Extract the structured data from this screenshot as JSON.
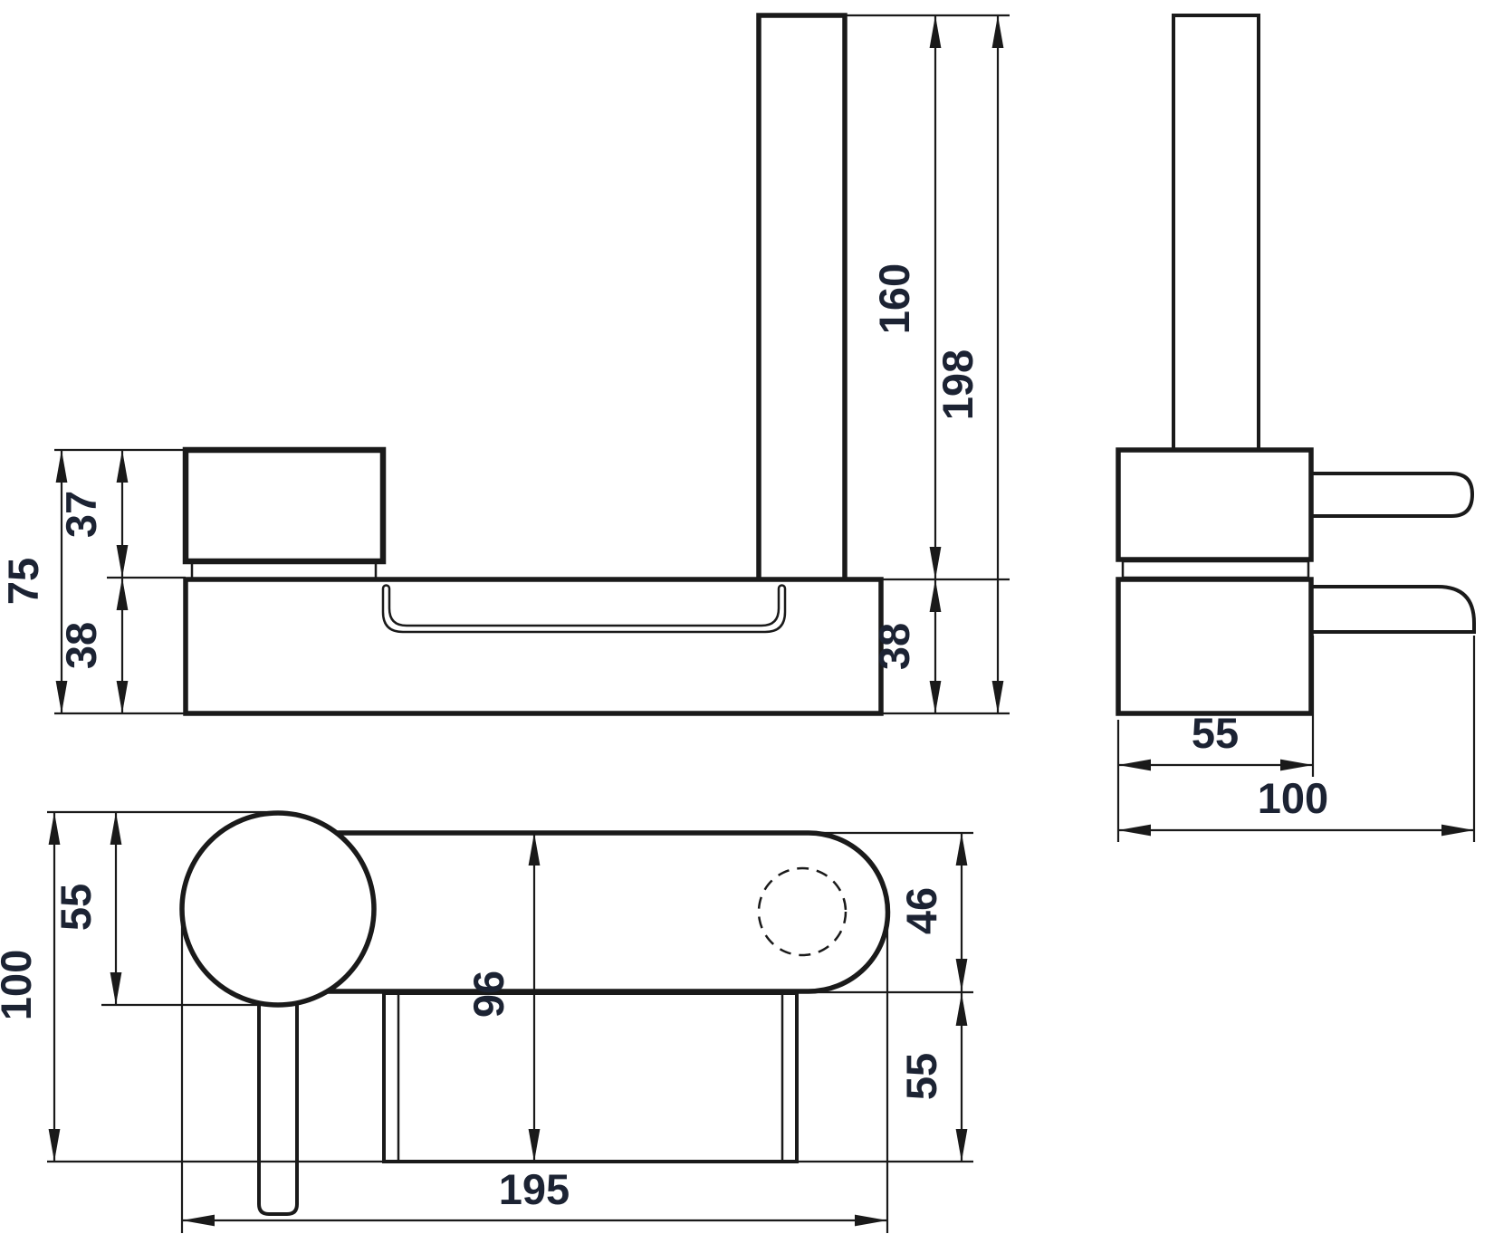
{
  "colors": {
    "line": "#1a1a1a",
    "dim_text": "#1c2333",
    "background": "#ffffff"
  },
  "views": {
    "front": {
      "dims": {
        "overall_height": "75",
        "handle_height": "37",
        "body_height_left": "38",
        "spout_height": "160",
        "total_height": "198",
        "body_height_right": "38"
      }
    },
    "side": {
      "dims": {
        "body_depth": "55",
        "overall_depth": "100"
      }
    },
    "top": {
      "dims": {
        "handle_diameter": "55",
        "overall_depth": "100",
        "plate_depth": "96",
        "body_width": "46",
        "plate_width": "55",
        "overall_length": "195"
      }
    }
  }
}
